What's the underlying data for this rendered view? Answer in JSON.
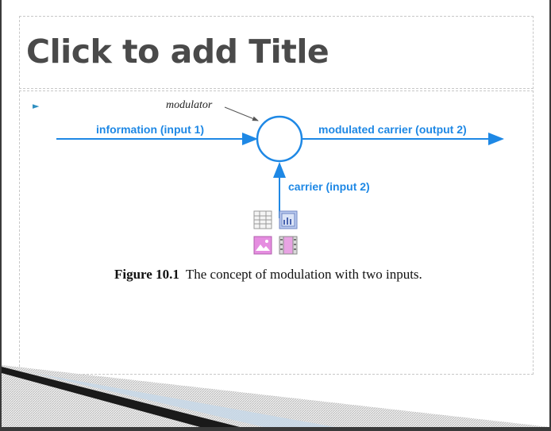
{
  "title_placeholder": {
    "text": "Click to add Title"
  },
  "diagram": {
    "modulator_label": "modulator",
    "input1_label": "information (input 1)",
    "output_label": "modulated carrier (output 2)",
    "input2_label": "carrier (input 2)",
    "accent_color": "#1e88e5"
  },
  "caption": {
    "figure_number": "Figure 10.1",
    "text": "The concept of modulation with two inputs."
  },
  "insert_icons": [
    "table-icon",
    "chart-icon",
    "picture-icon",
    "video-icon"
  ]
}
